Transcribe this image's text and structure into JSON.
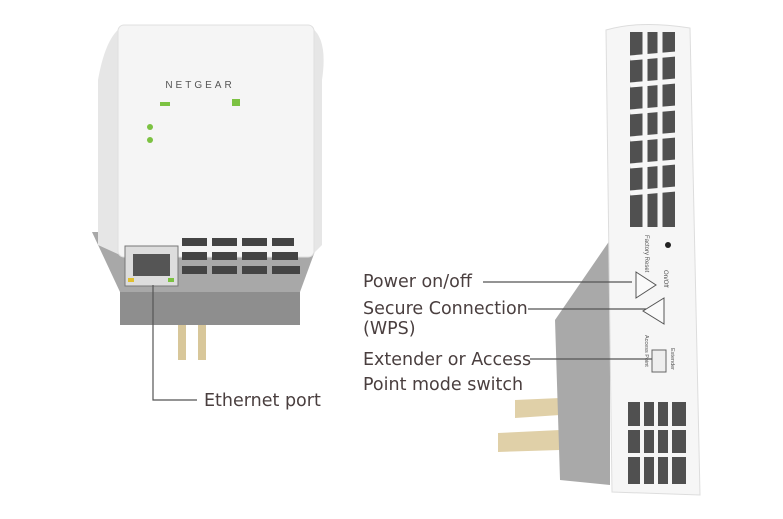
{
  "callouts": {
    "ethernet_port": "Ethernet port",
    "power": "Power on/off",
    "wps_line1": "Secure Connection",
    "wps_line2": "(WPS)",
    "mode_line1": "Extender or Access",
    "mode_line2": "Point mode switch"
  },
  "device_markings": {
    "brand": "NETGEAR",
    "factory_reset": "Factory Reset",
    "on_off": "On/Off",
    "access_point": "Access Point",
    "extender": "Extender"
  },
  "colors": {
    "label_text": "#4a3f3f",
    "leader_line": "#555555",
    "led_green": "#7cc242",
    "device_white": "#f4f4f4",
    "device_gray": "#9a9a9a"
  }
}
